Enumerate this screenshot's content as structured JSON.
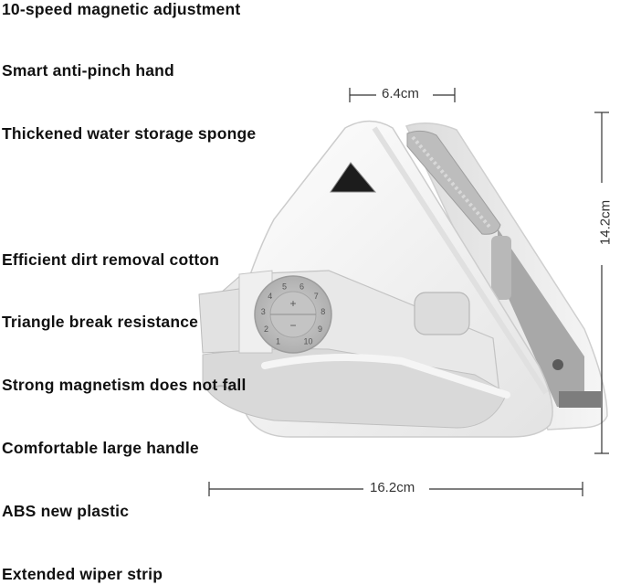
{
  "features": [
    "10-speed magnetic adjustment",
    "Smart anti-pinch hand",
    "Thickened water storage sponge",
    "Efficient dirt removal cotton",
    "Triangle break resistance",
    "Strong magnetism does not fall",
    "Comfortable large handle",
    "ABS new plastic",
    "Extended wiper strip"
  ],
  "dimensions": {
    "width_top": "6.4cm",
    "height": "14.2cm",
    "width_bottom": "16.2cm"
  },
  "dial_numbers": [
    "1",
    "2",
    "3",
    "4",
    "5",
    "6",
    "7",
    "8",
    "9",
    "10"
  ],
  "dial_symbols": [
    "+",
    "−"
  ],
  "colors": {
    "body": "#f2f2f2",
    "shadow": "#c8c8c8",
    "dark_grey": "#8a8a8a",
    "sponge": "#b9b9b9",
    "text": "#111111"
  }
}
